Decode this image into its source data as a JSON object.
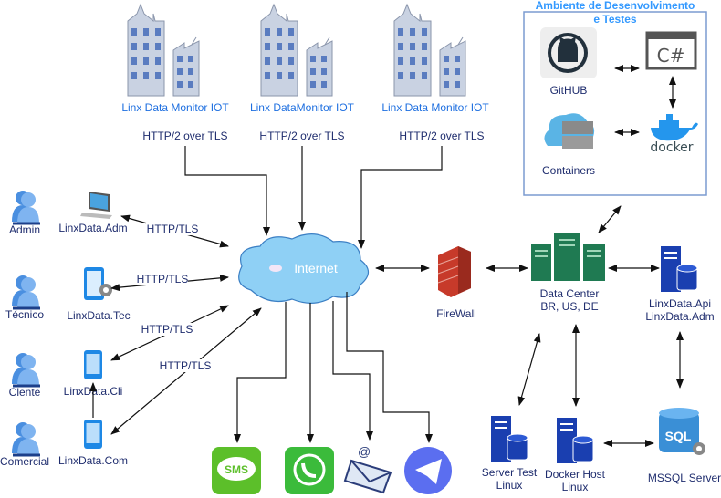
{
  "buildings": [
    {
      "label": "Linx Data Monitor IOT",
      "protocol": "HTTP/2 over TLS"
    },
    {
      "label": "Linx DataMonitor IOT",
      "protocol": "HTTP/2 over TLS"
    },
    {
      "label": "Linx Data Monitor IOT",
      "protocol": "HTTP/2 over TLS"
    }
  ],
  "dev_env": {
    "title_line1": "Ambiente de Desenvolvimento",
    "title_line2": "e Testes",
    "github": "GitHUB",
    "csharp": "C#",
    "containers": "Containers",
    "docker": "docker"
  },
  "users": [
    {
      "role": "Admin",
      "app": "LinxData.Adm",
      "protocol": "HTTP/TLS"
    },
    {
      "role": "Técnico",
      "app": "LinxData.Tec",
      "protocol": "HTTP/TLS"
    },
    {
      "role": "Clente",
      "app": "LinxData.Cli",
      "protocol": "HTTP/TLS"
    },
    {
      "role": "Comercial",
      "app": "LinxData.Com",
      "protocol": "HTTP/TLS"
    }
  ],
  "internet": "Internet",
  "firewall": "FireWall",
  "datacenter": {
    "line1": "Data Center",
    "line2": "BR, US, DE"
  },
  "api": {
    "line1": "LinxData.Api",
    "line2": "LinxData.Adm"
  },
  "mssql": {
    "label": "MSSQL Server",
    "icon_text": "SQL"
  },
  "server_test": {
    "line1": "Server Test",
    "line2": "Linux"
  },
  "docker_host": {
    "line1": "Docker Host",
    "line2": "Linux"
  },
  "notifications": {
    "sms": "SMS"
  },
  "colors": {
    "text": "#1f2d6e",
    "accent": "#3399ff",
    "server": "#1a3fb0",
    "datacenter": "#1f7a52"
  }
}
